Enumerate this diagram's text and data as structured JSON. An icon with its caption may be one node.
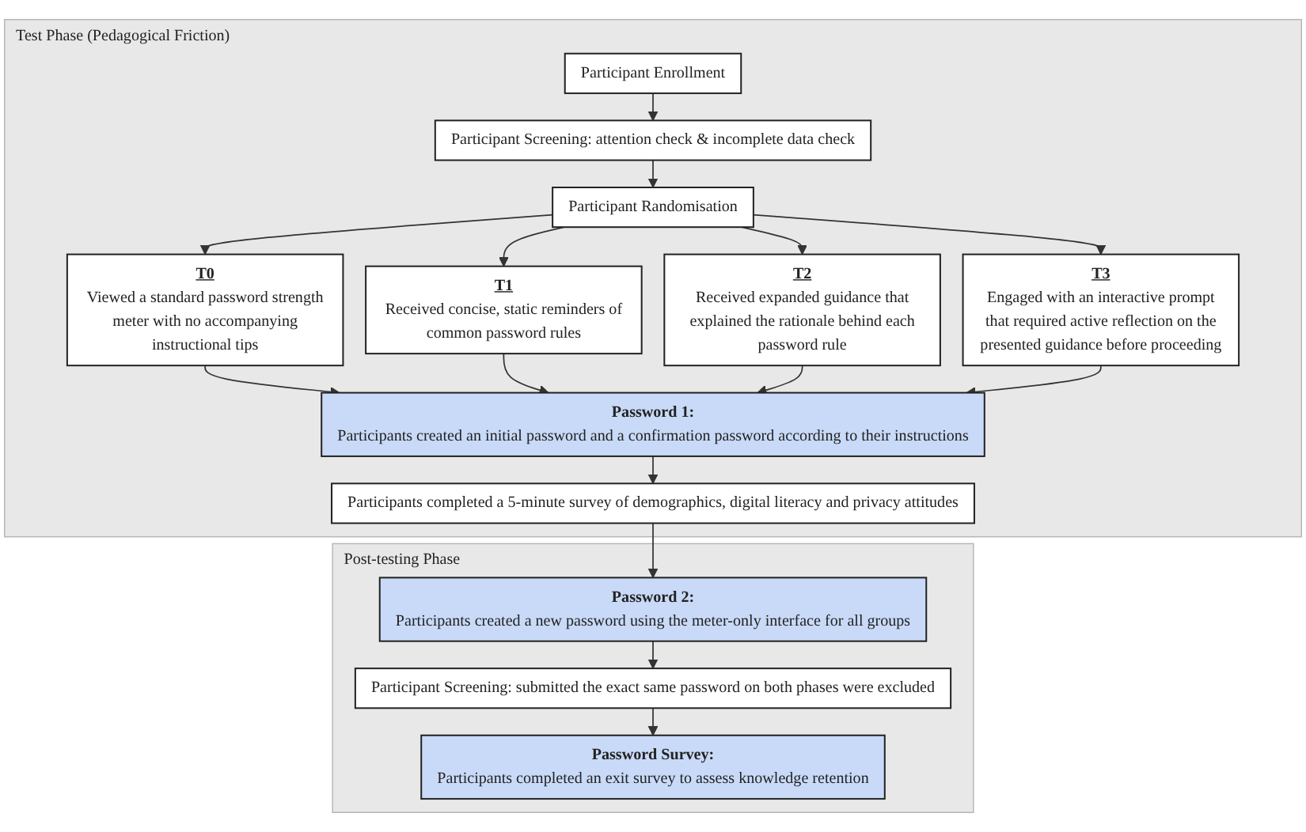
{
  "diagram": {
    "nodes": [
      {
        "text": [
          "Test Phase (Pedagogical Friction)"
        ]
      },
      {
        "text": [
          "Participant Enrollment"
        ],
        "in": 0
      },
      {
        "text": [
          "Participant Screening: attention check & incomplete data check"
        ],
        "in": 0
      },
      {
        "text": [
          "Participant Randomisation"
        ],
        "in": 0
      },
      {
        "text": [
          "T0",
          "Viewed a standard password strength meter with no accompanying instructional tips"
        ],
        "in": 0
      },
      {
        "text": [
          "T1",
          "Received concise, static reminders of common password rules"
        ],
        "in": 0
      },
      {
        "text": [
          "T2",
          "Received expanded guidance that explained the rationale behind each password rule"
        ],
        "in": 0
      },
      {
        "text": [
          "T3",
          "Engaged with an interactive prompt that required active reflection on the presented guidance before proceeding"
        ],
        "in": 0
      },
      {
        "text": [
          "Password 1:",
          "Participants created an initial password and a confirmation password according to their instructions"
        ],
        "in": 0
      },
      {
        "text": [
          "Participants completed a 5-minute survey of demographics, digital literacy and privacy attitudes"
        ],
        "in": 0
      },
      {
        "text": [
          "Post-testing Phase"
        ]
      },
      {
        "text": [
          "Password 2:",
          "Participants created a new password using the meter-only interface for all groups"
        ],
        "in": 10
      },
      {
        "text": [
          "Participant Screening: submitted the exact same password on both phases were excluded"
        ],
        "in": 10
      },
      {
        "text": [
          "Password Survey:",
          "Participants completed an exit survey to assess knowledge retention"
        ],
        "in": 10
      }
    ],
    "edges": [
      {
        "from": 1,
        "to": 2,
        "arrow": "to"
      },
      {
        "from": 2,
        "to": 3,
        "arrow": "to"
      },
      {
        "from": 3,
        "to": 4,
        "arrow": "to"
      },
      {
        "from": 3,
        "to": 5,
        "arrow": "to"
      },
      {
        "from": 3,
        "to": 6,
        "arrow": "to"
      },
      {
        "from": 3,
        "to": 7,
        "arrow": "to"
      },
      {
        "from": 4,
        "to": 8,
        "arrow": "to"
      },
      {
        "from": 5,
        "to": 8,
        "arrow": "to"
      },
      {
        "from": 6,
        "to": 8,
        "arrow": "to"
      },
      {
        "from": 7,
        "to": 8,
        "arrow": "to"
      },
      {
        "from": 8,
        "to": 9,
        "arrow": "to"
      },
      {
        "from": 9,
        "to": 11,
        "arrow": "to"
      },
      {
        "from": 11,
        "to": 12,
        "arrow": "to"
      },
      {
        "from": 12,
        "to": 13,
        "arrow": "to"
      }
    ]
  }
}
